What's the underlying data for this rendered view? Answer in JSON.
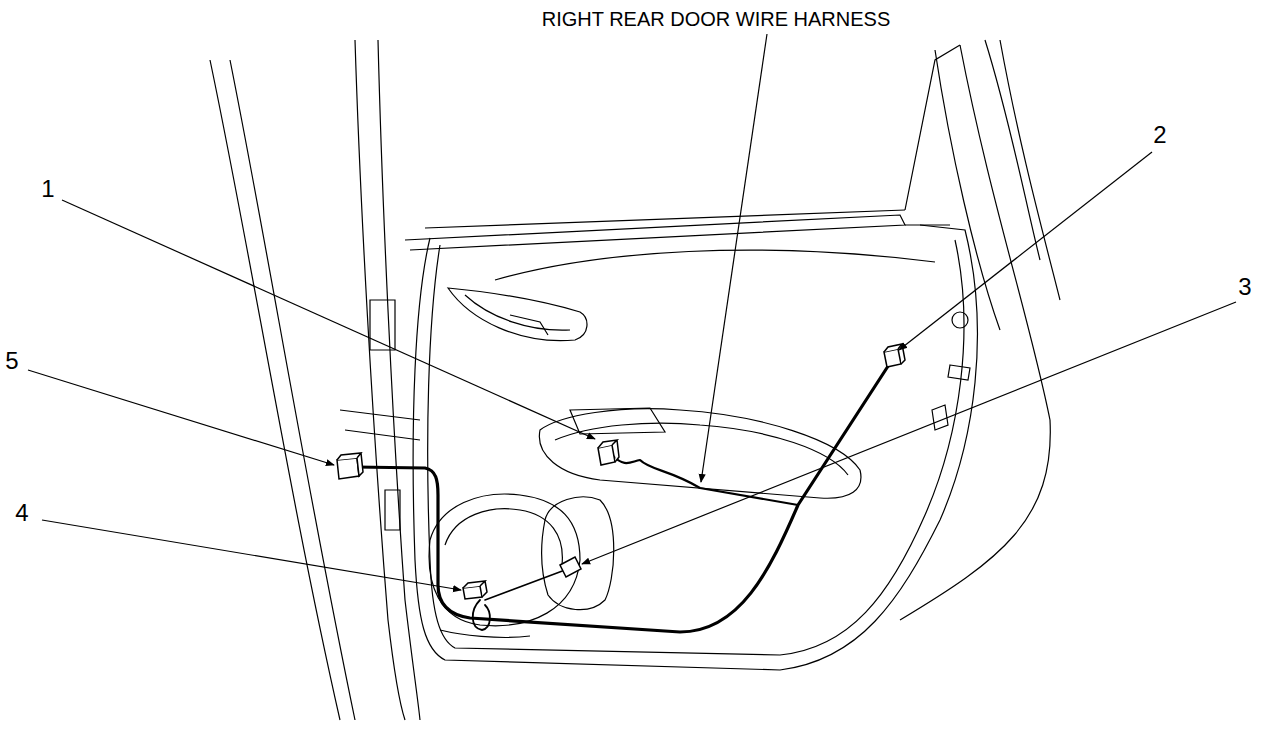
{
  "diagram": {
    "labels": [
      "RIGHT REAR DOOR WIRE HARNESS",
      "1",
      "2",
      "3",
      "4",
      "5"
    ]
  }
}
